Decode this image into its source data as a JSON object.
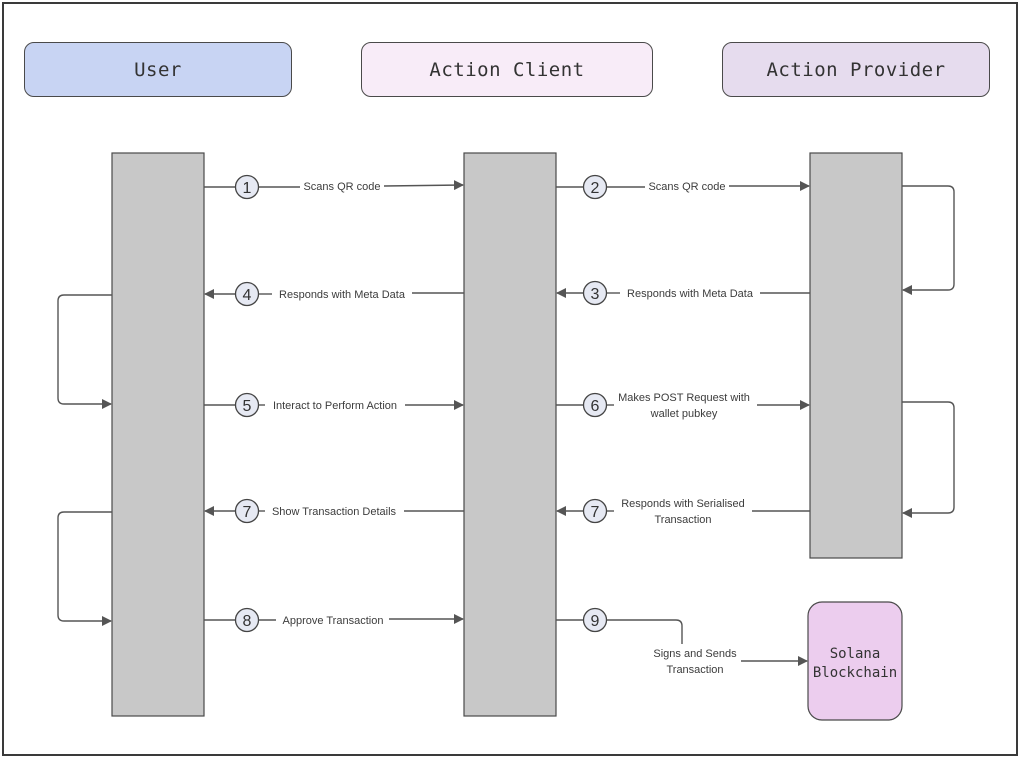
{
  "colors": {
    "user_fill": "#c8d4f3",
    "client_fill": "#f8ecf8",
    "provider_fill": "#e6dcee",
    "lifeline_fill": "#c8c8c8",
    "circle_fill": "#e6e9f3",
    "blockchain_fill": "#eccdee",
    "line": "#555555"
  },
  "actors": {
    "user": "User",
    "client": "Action Client",
    "provider": "Action Provider"
  },
  "messages": [
    {
      "step": "1",
      "label": "Scans QR code"
    },
    {
      "step": "2",
      "label": "Scans QR code"
    },
    {
      "step": "3",
      "label": "Responds with Meta Data"
    },
    {
      "step": "4",
      "label": "Responds with Meta Data"
    },
    {
      "step": "5",
      "label": "Interact to Perform Action"
    },
    {
      "step": "6",
      "label_line1": "Makes POST Request with",
      "label_line2": "wallet pubkey"
    },
    {
      "step": "7",
      "label": "Show Transaction Details"
    },
    {
      "step": "7",
      "label_line1": "Responds with Serialised",
      "label_line2": "Transaction"
    },
    {
      "step": "8",
      "label": "Approve Transaction"
    },
    {
      "step": "9",
      "label_line1": "Signs and Sends",
      "label_line2": "Transaction"
    }
  ],
  "blockchain": {
    "line1": "Solana",
    "line2": "Blockchain"
  }
}
